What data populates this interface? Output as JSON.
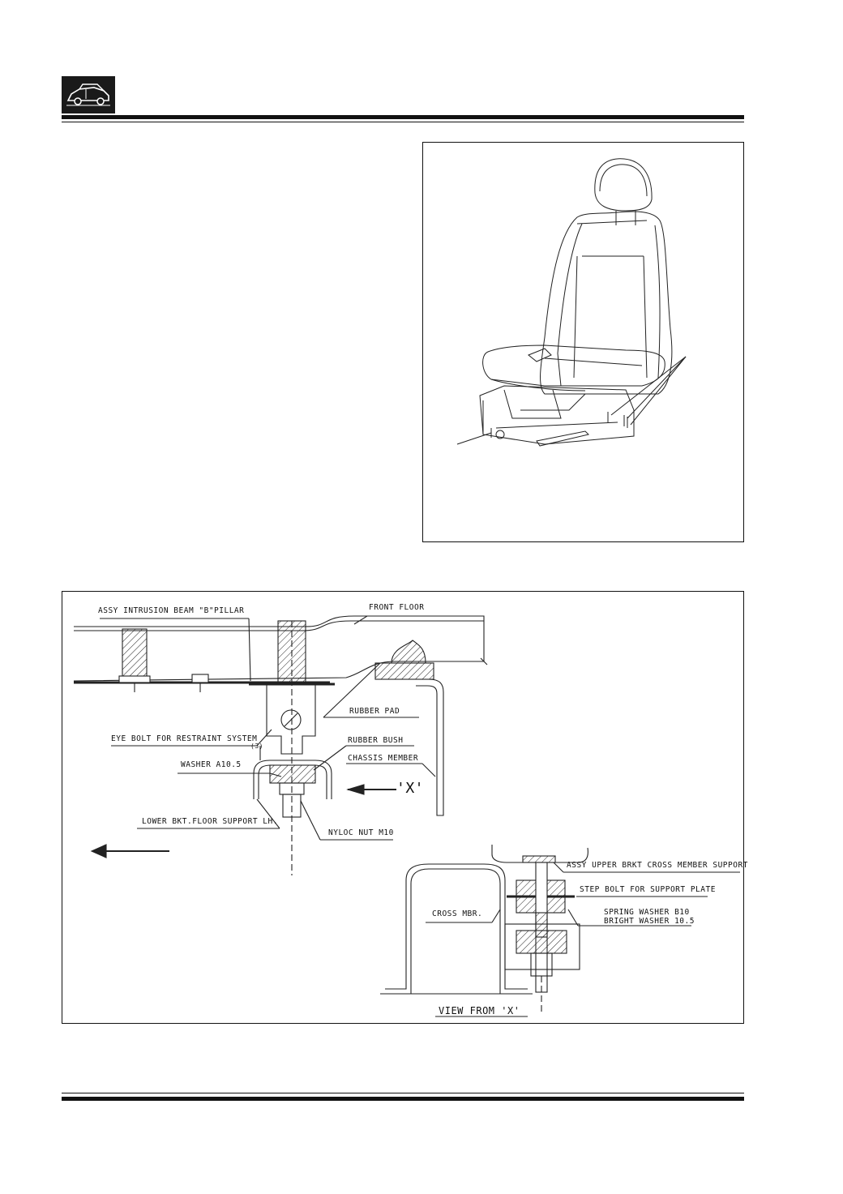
{
  "header": {
    "logo_icon": "car-icon"
  },
  "diagram": {
    "labels": {
      "intrusion_beam": "ASSY INTRUSION BEAM \"B\"PILLAR",
      "front_floor": "FRONT FLOOR",
      "rubber_pad": "RUBBER PAD",
      "eye_bolt": "EYE BOLT FOR RESTRAINT SYSTEM",
      "rubber_bush": "RUBBER BUSH",
      "chassis_member": "CHASSIS MEMBER",
      "washer": "WASHER A10.5",
      "view_marker": "'X'",
      "lower_bracket": "LOWER BKT.FLOOR SUPPORT LH.",
      "nyloc_nut": "NYLOC NUT M10",
      "upper_bracket": "ASSY UPPER BRKT CROSS MEMBER SUPPORT",
      "step_bolt": "STEP BOLT FOR SUPPORT PLATE",
      "cross_member": "CROSS MBR.",
      "spring_washer": "SPRING WASHER B10",
      "bright_washer": "BRIGHT WASHER 10.5",
      "view_title": "VIEW FROM 'X'",
      "dim_mark": "(3)"
    }
  }
}
